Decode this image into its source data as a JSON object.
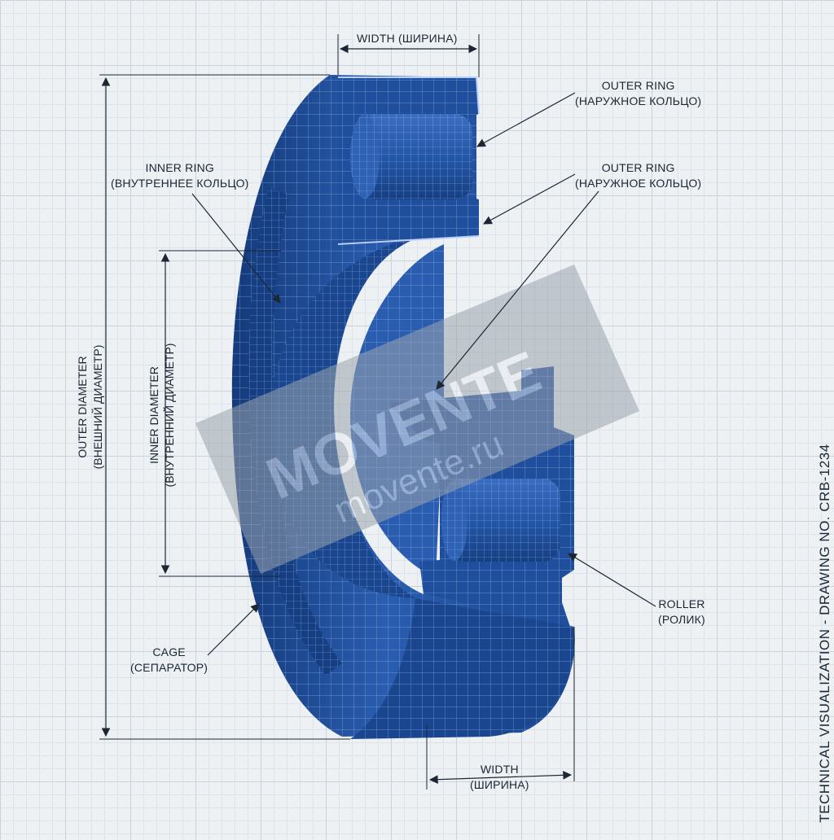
{
  "labels": {
    "width_top": "WIDTH (ШИРИНА)",
    "outer_ring_1": {
      "en": "OUTER RING",
      "ru": "(НАРУЖНОЕ КОЛЬЦО)"
    },
    "outer_ring_2": {
      "en": "OUTER RING",
      "ru": "(НАРУЖНОЕ КОЛЬЦО)"
    },
    "inner_ring": {
      "en": "INNER RING",
      "ru": "(ВНУТРЕННЕЕ КОЛЬЦО)"
    },
    "outer_diameter": {
      "en": "OUTER DIAMETER",
      "ru": "(ВНЕШНИЙ ДИАМЕТР)"
    },
    "inner_diameter": {
      "en": "INNER DIAMETER",
      "ru": "(ВНУТРЕННИЙ ДИАМЕТР)"
    },
    "cage": {
      "en": "CAGE",
      "ru": "(СЕПАРАТОР)"
    },
    "roller": {
      "en": "ROLLER",
      "ru": "(РОЛИК)"
    },
    "width_bottom": {
      "en": "WIDTH",
      "ru": "(ШИРИНА)"
    }
  },
  "footer_title": "TECHNICAL VISUALIZATION - DRAWING NO. CRB-1234",
  "watermark": {
    "brand": "MOVENTE",
    "url": "movente.ru"
  },
  "colors": {
    "bearing_blue": "#1f4e9c",
    "bearing_dark": "#143a7a",
    "bearing_light": "#3a6cc0",
    "mesh": "#9fc0ef",
    "ink": "#1c2733",
    "watermark_band": "#9aa3ad"
  }
}
